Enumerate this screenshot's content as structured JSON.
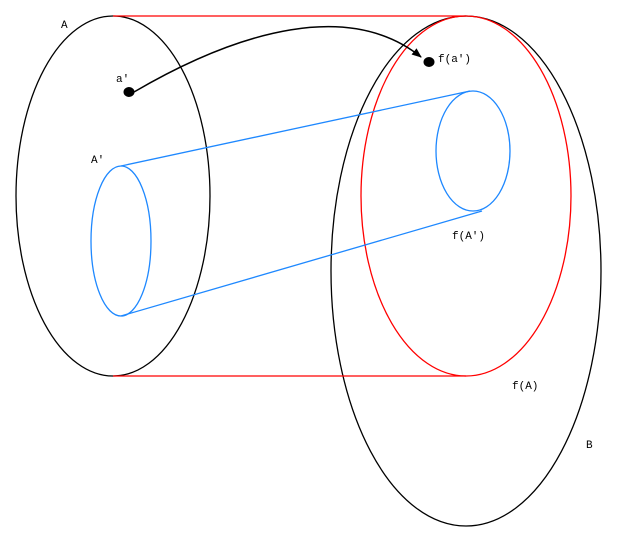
{
  "labels": {
    "set_a": "A",
    "point_a": "a'",
    "subset_a": "A'",
    "image_point": "f(a')",
    "image_subset": "f(A')",
    "image_set": "f(A)",
    "set_b": "B"
  },
  "colors": {
    "set_outline": "#000000",
    "image_outline": "#ff0000",
    "subset_outline": "#1e88ff"
  }
}
